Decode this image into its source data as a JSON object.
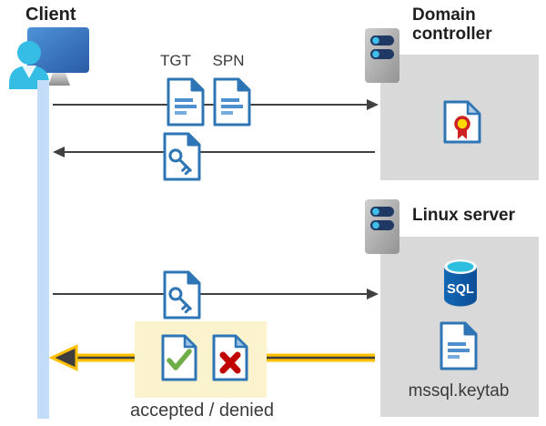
{
  "client": {
    "label": "Client"
  },
  "domain_controller": {
    "label": "Domain controller"
  },
  "linux_server": {
    "label": "Linux server"
  },
  "labels": {
    "tgt": "TGT",
    "spn": "SPN",
    "sql": "SQL",
    "keytab": "mssql.keytab",
    "result": "accepted / denied"
  },
  "icons": [
    "client-workstation-icon",
    "server-icon",
    "tgt-document-icon",
    "spn-document-icon",
    "key-document-icon",
    "certificate-icon",
    "sql-database-icon",
    "accepted-document-icon",
    "denied-document-icon"
  ],
  "colors": {
    "doc_blue": "#2E75B6",
    "doc_line_blue": "#4E8FD0",
    "doc_fold_light": "#9DC3E6",
    "gray_box": "#D9D9D9",
    "timeline_blue": "#C3DCF7",
    "arrow_gray": "#404040",
    "highlight_yellow": "#FAF3CD",
    "arrow_yellow": "#FFC000",
    "accept_green": "#6FAD47",
    "deny_red": "#C00000",
    "person_cyan": "#35BDE6",
    "monitor_blue": "#3674B9",
    "server_pill_navy": "#1F3864",
    "server_dot_cyan": "#41BFE8",
    "sql_body_blue": "#1161AE",
    "sql_top_cyan": "#2EBFE0",
    "cert_seal_yellow": "#FFD700",
    "cert_seal_red": "#CC2222"
  }
}
